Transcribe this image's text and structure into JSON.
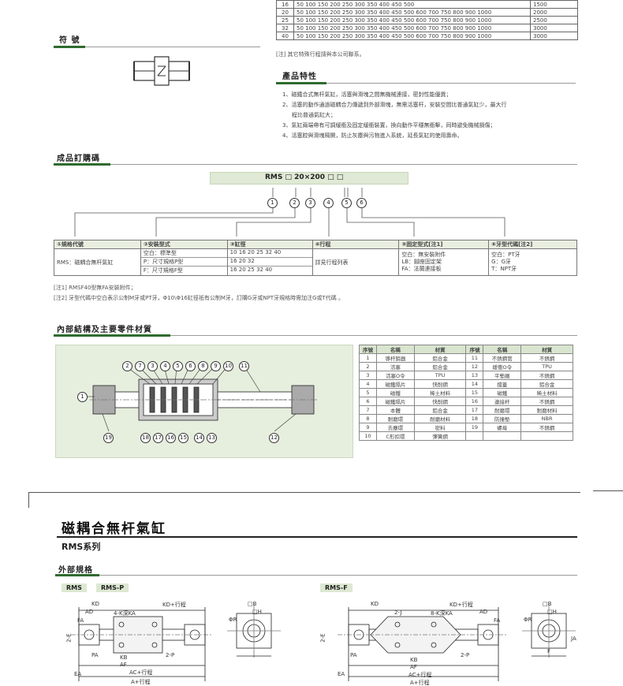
{
  "stroke_table": {
    "rows": [
      {
        "bore": "16",
        "strokes": "50  100  150  200  250  300  350  400  450  500",
        "max": "1500"
      },
      {
        "bore": "20",
        "strokes": "50  100  150  200  250  300  350  400  450  500  600  700  750  800  900  1000",
        "max": "2000"
      },
      {
        "bore": "25",
        "strokes": "50  100  150  200  250  300  350  400  450  500  600  700  750  800  900  1000",
        "max": "2500"
      },
      {
        "bore": "32",
        "strokes": "50  100  150  200  250  300  350  400  450  500  600  700  750  800  900  1000",
        "max": "3000"
      },
      {
        "bore": "40",
        "strokes": "50  100  150  200  250  300  350  400  450  500  600  700  750  800  900  1000",
        "max": "3000"
      }
    ],
    "note": "[注] 其它特殊行程請與本公司聯系。"
  },
  "symbol_title": "符 號",
  "features": {
    "title": "產品特性",
    "items": [
      "1、磁鐵合式無杆氣缸，活塞與滑塊之間無機械連接，密封性能優異；",
      "2、活塞的動作通過磁耦合力傳遞到外部滑塊，無需活塞杆，安裝空間比普通氣缸少，最大行",
      "程比普通氣缸大；",
      "3、氣缸兩端帶有可調緩衝及固定緩衝裝置，換向動作平穩無衝擊，同時避免機械損傷；",
      "4、活塞腔與滑塊隔開，防止灰塵與污物進入系統，延長氣缸的使用壽命。"
    ]
  },
  "order_code": {
    "title": "成品訂購碼",
    "code_prefix": "RMS",
    "code_middle": "20×200",
    "box_glyph": "□",
    "markers": [
      "1",
      "2",
      "3",
      "4",
      "5",
      "6"
    ],
    "headers": [
      "①規格代號",
      "②安裝型式",
      "③缸徑",
      "④行程",
      "⑤固定型式[注1]",
      "⑥牙型代碼[注2]"
    ],
    "spec": "RMS：磁耦合無杆氣缸",
    "mount": [
      "空白：標準型",
      "P：尺寸規格P型",
      "F：尺寸規格F型"
    ],
    "bore": [
      "10  16  20  25 32 40",
      "16  20  32",
      "16  20  25 32 40"
    ],
    "stroke": "詳見行程列表",
    "fix": [
      "空白：無安裝附件",
      "LB：腳座固定架",
      "FA：法蘭連接板"
    ],
    "thread": [
      "空白：PT牙",
      "G：G牙",
      "T：NPT牙"
    ],
    "note1": "[注1] RMSF40型無FA安裝附件；",
    "note2": "[注2] 牙型代碼中空白表示公制M牙或PT牙，Φ10\\Φ16缸徑祇有公制M牙，訂購G牙或NPT牙規格時需加注G或T代碼 。"
  },
  "structure": {
    "title": "內部結構及主要零件材質",
    "callouts_top": [
      "2",
      "7",
      "3",
      "4",
      "5",
      "6",
      "8",
      "9",
      "10",
      "11"
    ],
    "callout_left": "1",
    "callouts_bottom": [
      "19",
      "18",
      "17",
      "16",
      "15",
      "14",
      "13",
      "12"
    ],
    "table_headers": [
      "序號",
      "名稱",
      "材質",
      "序號",
      "名稱",
      "材質"
    ],
    "rows": [
      [
        "1",
        "導杆銷器",
        "鋁合金",
        "11",
        "不銹鋼管",
        "不銹鋼"
      ],
      [
        "2",
        "活塞",
        "鋁合金",
        "12",
        "緩衝O令",
        "TPU"
      ],
      [
        "3",
        "活塞O令",
        "TPU",
        "13",
        "平墊圈",
        "不銹鋼"
      ],
      [
        "4",
        "磁鐵隔片",
        "快削鋼",
        "14",
        "擋蓋",
        "鋁合金"
      ],
      [
        "5",
        "磁鐵",
        "稀土材料",
        "15",
        "磁鐵",
        "稀土材料"
      ],
      [
        "6",
        "磁鐵隔片",
        "快削鋼",
        "16",
        "連接杆",
        "不銹鋼"
      ],
      [
        "7",
        "本體",
        "鋁合金",
        "17",
        "耐磨環",
        "耐磨材料"
      ],
      [
        "8",
        "耐磨環",
        "耐磨材料",
        "18",
        "防撞墊",
        "NBR"
      ],
      [
        "9",
        "去塵環",
        "密料",
        "19",
        "螺母",
        "不銹鋼"
      ],
      [
        "10",
        "C形扣環",
        "彈簧鋼",
        "",
        "",
        ""
      ]
    ]
  },
  "page2": {
    "title": "磁耦合無杆氣缸",
    "series": "RMS系列",
    "spec_title": "外部規格",
    "tabs": [
      "RMS",
      "RMS-P",
      "RMS-F"
    ],
    "dims_left": [
      "KD",
      "KD+行程",
      "4-K深KA",
      "AD",
      "FA",
      "□B",
      "□H",
      "ΦR",
      "2-E",
      "PA",
      "KB",
      "AF",
      "2-P",
      "AC+行程",
      "A+行程",
      "EA"
    ],
    "dims_right": [
      "KD",
      "KD+行程",
      "2-J",
      "8-K深KA",
      "AD",
      "FA",
      "□B",
      "□H",
      "ΦR",
      "2-E",
      "PA",
      "KB",
      "AF",
      "2-P",
      "AC+行程",
      "A+行程",
      "EA",
      "JA",
      "F"
    ]
  },
  "colors": {
    "accent": "#2e6b2e",
    "panel": "#dfe9d5"
  }
}
